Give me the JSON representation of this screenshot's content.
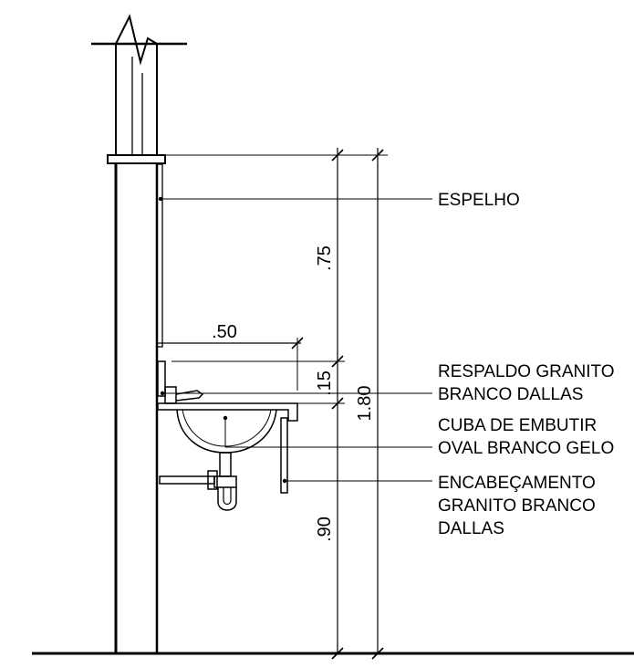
{
  "dimensions": {
    "width_050": ".50",
    "height_075": ".75",
    "height_015": ".15",
    "height_090": ".90",
    "height_180": "1.80"
  },
  "callouts": {
    "espelho": [
      "ESPELHO"
    ],
    "respaldo": [
      "RESPALDO GRANITO",
      "BRANCO DALLAS"
    ],
    "cuba": [
      "CUBA DE EMBUTIR",
      "OVAL BRANCO GELO"
    ],
    "encabecamento": [
      "ENCABEÇAMENTO",
      "GRANITO BRANCO",
      "DALLAS"
    ]
  }
}
